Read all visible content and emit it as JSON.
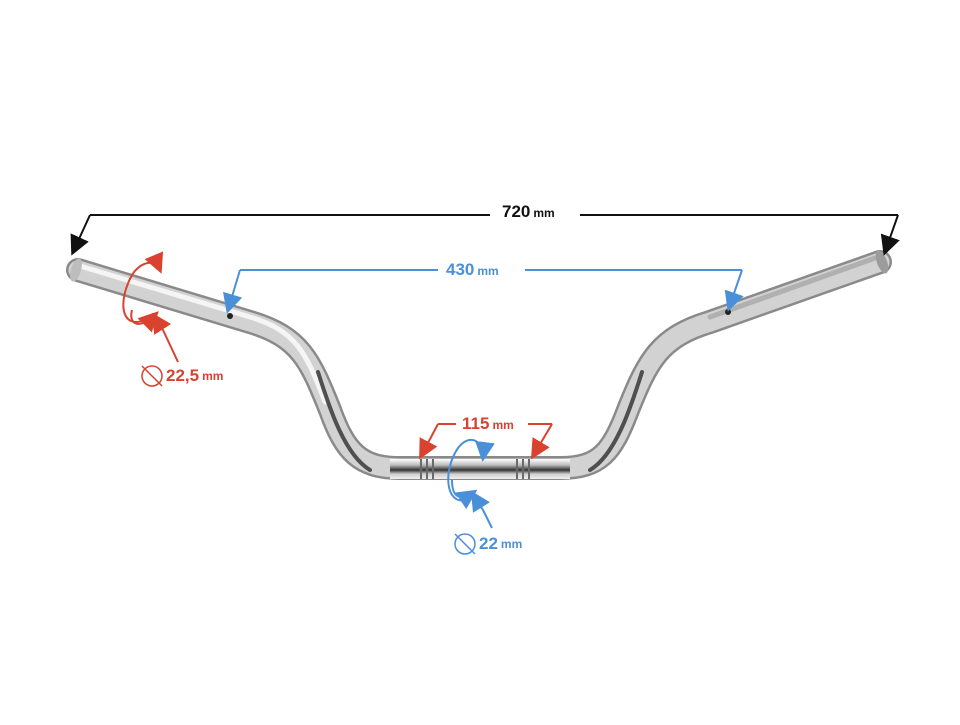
{
  "diagram": {
    "subject": "chrome motorcycle handlebar",
    "colors": {
      "overall_width": "#111111",
      "grip_spacing": "#4a90d9",
      "clamp_width": "#d9422f",
      "grip_diameter": "#d9422f",
      "clamp_diameter": "#4a90d9",
      "chrome": "#c8c8c8"
    },
    "dimensions": {
      "overall_width": {
        "value": "720",
        "unit": "mm"
      },
      "grip_spacing": {
        "value": "430",
        "unit": "mm"
      },
      "clamp_width": {
        "value": "115",
        "unit": "mm"
      },
      "grip_diameter": {
        "symbol": "diameter-icon",
        "value": "22,5",
        "unit": "mm"
      },
      "clamp_diameter": {
        "symbol": "diameter-icon",
        "value": "22",
        "unit": "mm"
      }
    }
  }
}
